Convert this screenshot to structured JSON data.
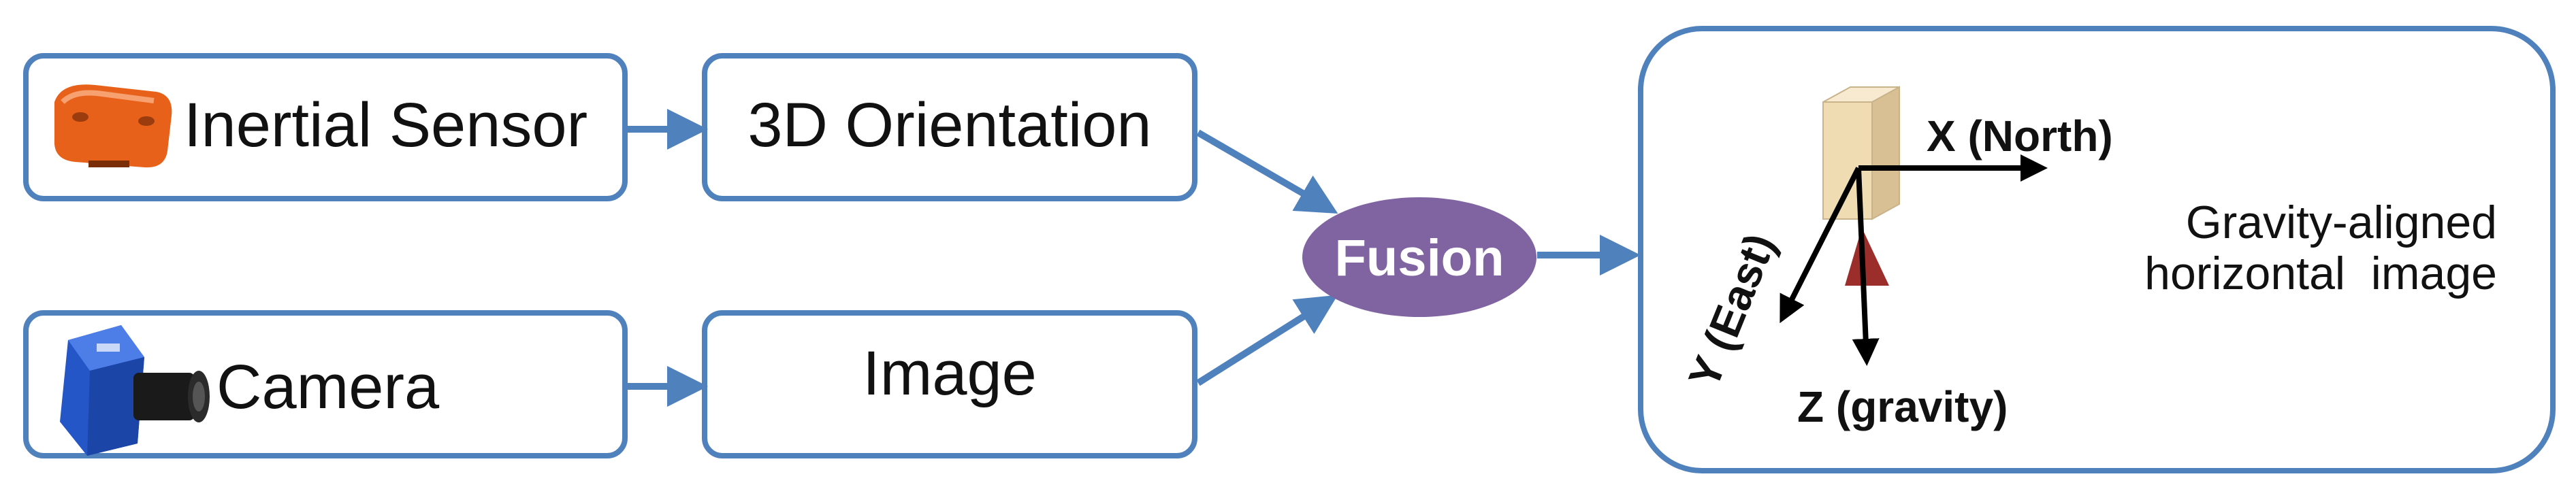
{
  "colors": {
    "box_stroke": "#4f81bd",
    "arrow": "#4f81bd",
    "fusion_fill": "#8064a2",
    "fusion_text": "#ffffff",
    "sensor_orange": "#e8611a",
    "camera_blue": "#2456c8",
    "phone_body": "#efdcb3",
    "cone": "#9b2d2a"
  },
  "icons": {
    "inertial_sensor": "orange-inertial-sensor-icon",
    "camera": "blue-camera-icon"
  },
  "boxes": {
    "inertial_sensor": "Inertial Sensor",
    "orientation": "3D Orientation",
    "camera": "Camera",
    "image": "Image"
  },
  "fusion": "Fusion",
  "frame": {
    "x_axis": "X (North)",
    "y_axis": "Y (East)",
    "z_axis": "Z (gravity)",
    "caption_line1": "Gravity-aligned",
    "caption_line2": "horizontal  image"
  }
}
